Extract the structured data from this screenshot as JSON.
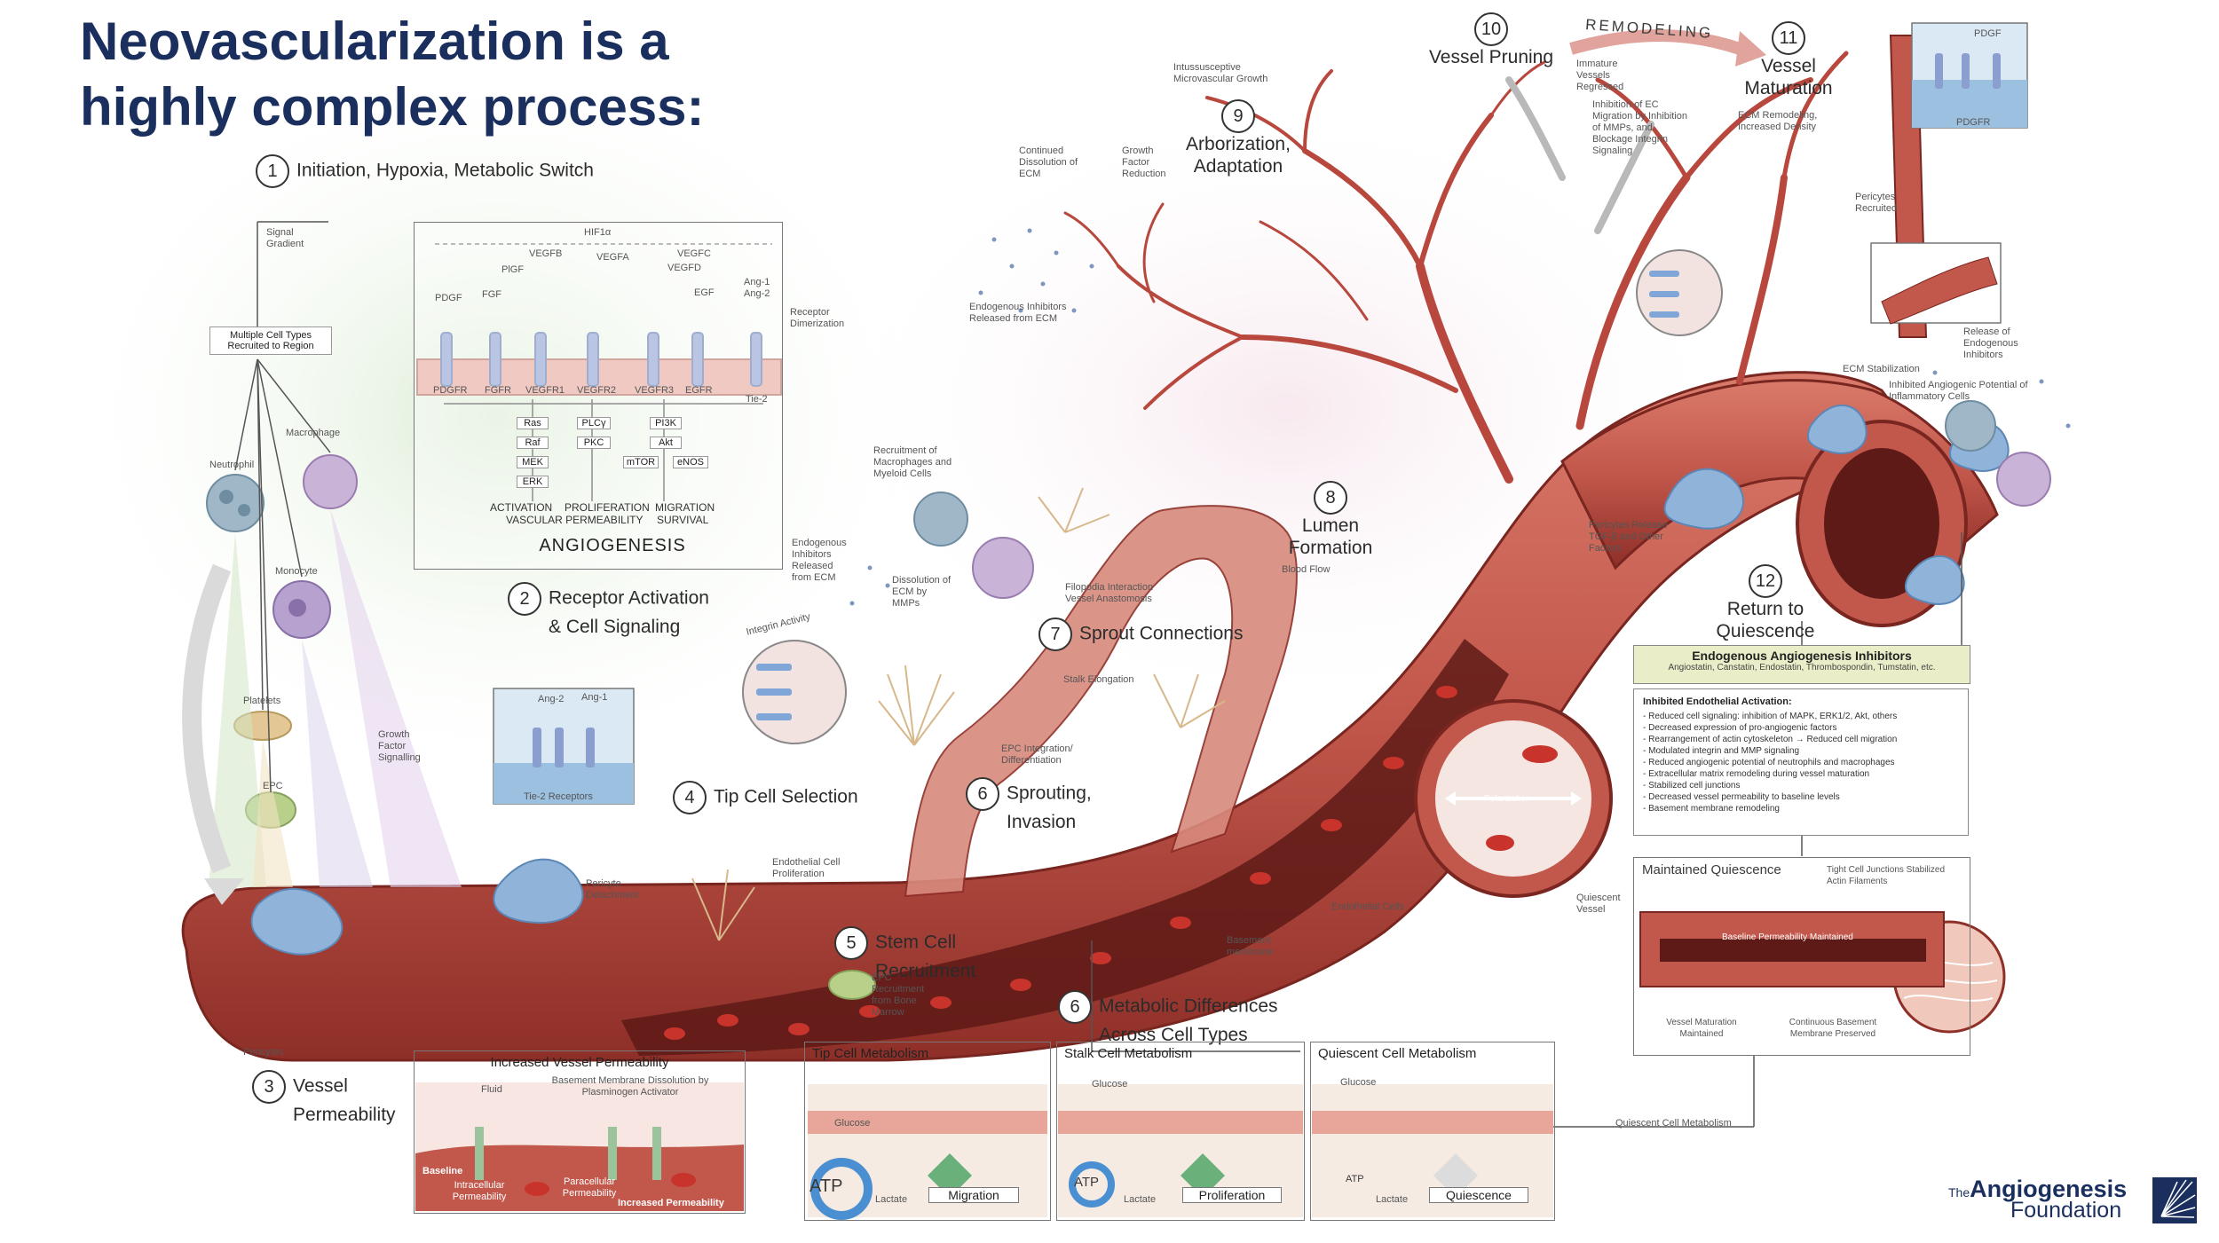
{
  "title": "Neovascularization is a highly complex process:",
  "steps": {
    "s1": {
      "num": "1",
      "label": "Initiation, Hypoxia, Metabolic Switch"
    },
    "s2": {
      "num": "2",
      "label_line1": "Receptor Activation",
      "label_line2": "& Cell Signaling"
    },
    "s3": {
      "num": "3",
      "label_line1": "Vessel",
      "label_line2": "Permeability"
    },
    "s4": {
      "num": "4",
      "label": "Tip Cell Selection"
    },
    "s5": {
      "num": "5",
      "label_line1": "Stem Cell",
      "label_line2": "Recruitment"
    },
    "s6a": {
      "num": "6",
      "label_line1": "Sprouting,",
      "label_line2": "Invasion"
    },
    "s6b": {
      "num": "6",
      "label_line1": "Metabolic Differences",
      "label_line2": "Across Cell Types"
    },
    "s7": {
      "num": "7",
      "label": "Sprout Connections"
    },
    "s8": {
      "num": "8",
      "label_line1": "Lumen",
      "label_line2": "Formation"
    },
    "s9": {
      "num": "9",
      "label_line1": "Arborization,",
      "label_line2": "Adaptation"
    },
    "s10": {
      "num": "10",
      "label": "Vessel Pruning"
    },
    "s11": {
      "num": "11",
      "label_line1": "Vessel",
      "label_line2": "Maturation"
    },
    "s12": {
      "num": "12",
      "label_line1": "Return to",
      "label_line2": "Quiescence"
    }
  },
  "remodeling": "REMODELING",
  "cells": {
    "neutrophil": "Neutrophil",
    "macrophage": "Macrophage",
    "monocyte": "Monocyte",
    "platelets": "Platelets",
    "epc": "EPC",
    "pericytes": "Pericytes",
    "signal_gradient": "Signal Gradient",
    "multiple_cells": "Multiple Cell Types Recruited to Region",
    "growth_factor": "Growth Factor Signalling"
  },
  "signaling": {
    "hif": "HIF1α",
    "angiogenesis": "ANGIOGENESIS",
    "outcomes": [
      "ACTIVATION",
      "PROLIFERATION",
      "MIGRATION"
    ],
    "outcomes2": [
      "VASCULAR PERMEABILITY",
      "SURVIVAL"
    ],
    "receptors": [
      "PDGFR",
      "FGFR",
      "VEGFR1",
      "VEGFR2",
      "VEGFR3",
      "EGFR",
      "Tie-2"
    ],
    "kinases_a": [
      "Ras",
      "Raf",
      "MEK",
      "ERK"
    ],
    "kinases_b": [
      "PLCγ",
      "PKC"
    ],
    "kinases_c": [
      "PI3K",
      "Akt",
      "mTOR",
      "eNOS"
    ],
    "ligands": [
      "PDGF",
      "FGF",
      "VEGFB",
      "PlGF",
      "VEGFA",
      "VEGFC",
      "VEGFD",
      "EGF",
      "Ang-1",
      "Ang-2"
    ],
    "dimerization": "Receptor Dimerization"
  },
  "tie2": {
    "ang2": "Ang-2",
    "ang1": "Ang-1",
    "receptors": "Tie-2 Receptors"
  },
  "permeability": {
    "title": "Increased Vessel Permeability",
    "fluid": "Fluid",
    "basement": "Basement Membrane Dissolution by Plasminogen Activator",
    "baseline": "Baseline",
    "intracellular": "Intracellular Permeability",
    "paracellular": "Paracellular Permeability",
    "increased": "Increased Permeability"
  },
  "metabolism": {
    "tip": {
      "title": "Tip Cell Metabolism",
      "caption": "Migration"
    },
    "stalk": {
      "title": "Stalk Cell Metabolism",
      "caption": "Proliferation"
    },
    "quiescent": {
      "title": "Quiescent Cell Metabolism",
      "caption": "Quiescence"
    },
    "atp": "ATP",
    "lactate": "Lactate",
    "glucose": "Glucose",
    "quiescent_link": "Quiescent Cell Metabolism"
  },
  "annotations": {
    "pericyte_detachment": "Pericyte Detachment",
    "endothelial_prolif": "Endothelial Cell Proliferation",
    "endothelial_cells": "Endothelial Cells",
    "epc_recruitment": "EPC Recruitment from Bone Marrow",
    "integrin": "Integrin Activity",
    "endogenous_inhib": "Endogenous Inhibitors Released from ECM",
    "dissolution": "Dissolution of ECM by MMPs",
    "recruitment_macro": "Recruitment of Macrophages and Myeloid Cells",
    "filopodia": "Filopodia Interaction Vessel Anastomosis",
    "stalk_elong": "Stalk Elongation",
    "epc_integration": "EPC Integration/ Differentiation",
    "basement_membrane": "Basement membrane",
    "blood_flow": "Blood Flow",
    "polarization": "Polarization",
    "continued": "Continued Dissolution of ECM",
    "growth_factor_red": "Growth Factor Reduction",
    "endogenous_ecm": "Endogenous Inhibitors Released from ECM",
    "intussusceptive": "Intussusceptive Microvascular Growth",
    "immature": "Immature Vessels Regressed",
    "inhibition_ec": "Inhibition of EC Migration by Inhibition of MMPs, and Blockage Integrin Signaling",
    "ecm_remodeling": "ECM Remodeling, Increased Density",
    "pericytes_recruited": "Pericytes Recruited",
    "release_endog": "Release of Endogenous Inhibitors",
    "ecm_stab": "ECM Stabilization",
    "inhibited_potential": "Inhibited Angiogenic Potential of Inflammatory Cells",
    "pericytes_release": "Pericytes Release TGF-β and Other Factors",
    "pdgf": "PDGF",
    "pdgfr": "PDGFR",
    "quiescent_vessel": "Quiescent Vessel"
  },
  "inhibitors": {
    "title": "Endogenous Angiogenesis Inhibitors",
    "subtitle": "Angiostatin, Canstatin, Endostatin, Thrombospondin, Tumstatin, etc.",
    "list_head": "Inhibited Endothelial Activation:",
    "items": [
      "- Reduced cell signaling: inhibition of MAPK, ERK1/2, Akt, others",
      "- Decreased expression of pro-angiogenic factors",
      "- Rearrangement of actin cytoskeleton → Reduced cell migration",
      "- Modulated integrin and MMP signaling",
      "- Reduced angiogenic potential of neutrophils and macrophages",
      "- Extracellular matrix remodeling during vessel maturation",
      "- Stabilized cell junctions",
      "- Decreased vessel permeability to baseline levels",
      "- Basement membrane remodeling"
    ]
  },
  "quiescence": {
    "title": "Maintained Quiescence",
    "tight": "Tight Cell Junctions Stabilized Actin Filaments",
    "baseline": "Baseline Permeability Maintained",
    "maturation": "Vessel Maturation Maintained",
    "continuous": "Continuous Basement Membrane Preserved"
  },
  "logo": {
    "the": "The",
    "name": "Angiogenesis",
    "foundation": "Foundation"
  },
  "colors": {
    "title": "#1b2f5e",
    "vessel": "#c2574b",
    "vessel_dark": "#8e2f28",
    "cell_blue": "#8fb3d9"
  }
}
